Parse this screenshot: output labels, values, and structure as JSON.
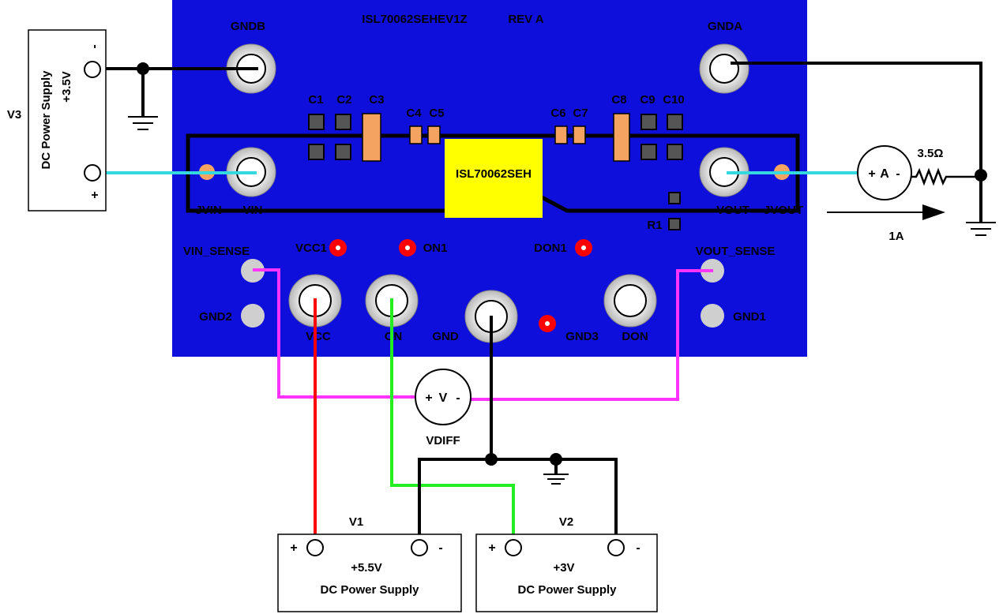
{
  "board": {
    "title": "ISL70062SEHEV1Z",
    "revision": "REV A",
    "chip": "ISL70062SEH",
    "color": "#0f0fdc",
    "chip_color": "#ffff00"
  },
  "connectors": {
    "gndb": "GNDB",
    "gnda": "GNDA",
    "jvin": "JVIN",
    "vin": "VIN",
    "vout": "VOUT",
    "jvout": "JVOUT",
    "vin_sense": "VIN_SENSE",
    "vout_sense": "VOUT_SENSE",
    "gnd2": "GND2",
    "gnd1": "GND1",
    "vcc": "VCC",
    "on": "ON",
    "gnd": "GND",
    "gnd3": "GND3",
    "don": "DON"
  },
  "leds": {
    "vcc1": "VCC1",
    "on1": "ON1",
    "don1": "DON1"
  },
  "components": {
    "c1": "C1",
    "c2": "C2",
    "c3": "C3",
    "c4": "C4",
    "c5": "C5",
    "c6": "C6",
    "c7": "C7",
    "c8": "C8",
    "c9": "C9",
    "c10": "C10",
    "r1": "R1"
  },
  "supplies": {
    "v3": {
      "name": "V3",
      "label": "DC Power Supply",
      "voltage": "+3.5V",
      "plus": "+",
      "minus": "-"
    },
    "v1": {
      "name": "V1",
      "label": "DC Power Supply",
      "voltage": "+5.5V",
      "plus": "+",
      "minus": "-"
    },
    "v2": {
      "name": "V2",
      "label": "DC Power Supply",
      "voltage": "+3V",
      "plus": "+",
      "minus": "-"
    }
  },
  "meters": {
    "ammeter": {
      "plus": "+",
      "symbol": "A",
      "minus": "-"
    },
    "voltmeter": {
      "plus": "+",
      "symbol": "V",
      "minus": "-",
      "name": "VDIFF"
    }
  },
  "load": {
    "resistance": "3.5Ω",
    "current": "1A"
  },
  "wire_colors": {
    "vin": "#36d8e0",
    "sense": "#ff33ff",
    "vcc": "#ff0000",
    "on": "#22ee22",
    "gnd": "#000000"
  }
}
